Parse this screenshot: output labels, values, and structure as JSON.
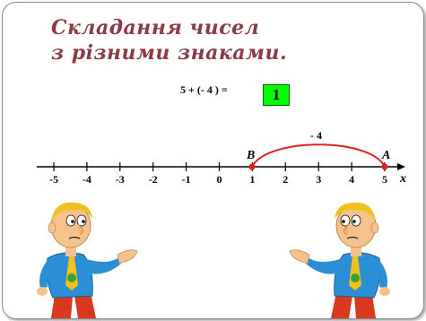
{
  "title": {
    "line1": "Складання чисел",
    "line2": "з різними знаками."
  },
  "equation": {
    "expression": "5 + (- 4 ) =",
    "answer": "1"
  },
  "number_line": {
    "ticks": [
      "-5",
      "-4",
      "-3",
      "-2",
      "-1",
      "0",
      "1",
      "2",
      "3",
      "4",
      "5"
    ],
    "axis_label": "x",
    "arc_label": "- 4",
    "point_a": "A",
    "point_b": "B"
  },
  "colors": {
    "title": "#8b3a46",
    "answer_bg": "#00ff00",
    "arc": "#e02020"
  },
  "figures": [
    "man-icon",
    "man-icon"
  ]
}
